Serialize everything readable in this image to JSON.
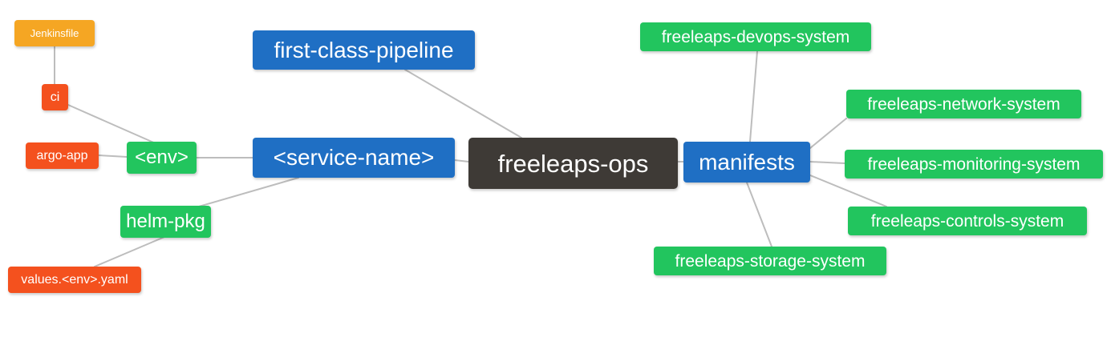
{
  "diagram": {
    "type": "mindmap",
    "title": "freeleaps-ops",
    "background": "#ffffff",
    "edge_color": "#bdbdbd",
    "palette": {
      "root": "#3e3a36",
      "blue": "#1f6fc4",
      "green": "#22c55e",
      "orange": "#f5a623",
      "red": "#f4511e",
      "text": "#ffffff"
    }
  },
  "nodes": {
    "root": {
      "label": "freeleaps-ops",
      "color": "#3e3a36"
    },
    "service_name": {
      "label": "<service-name>",
      "color": "#1f6fc4"
    },
    "first_class_pipeline": {
      "label": "first-class-pipeline",
      "color": "#1f6fc4"
    },
    "manifests": {
      "label": "manifests",
      "color": "#1f6fc4"
    },
    "env": {
      "label": "<env>",
      "color": "#22c55e"
    },
    "helm_pkg": {
      "label": "helm-pkg",
      "color": "#22c55e"
    },
    "ci": {
      "label": "ci",
      "color": "#f4511e"
    },
    "argo_app": {
      "label": "argo-app",
      "color": "#f4511e"
    },
    "jenkinsfile": {
      "label": "Jenkinsfile",
      "color": "#f5a623"
    },
    "values_yaml": {
      "label": "values.<env>.yaml",
      "color": "#f4511e"
    },
    "devops_system": {
      "label": "freeleaps-devops-system",
      "color": "#22c55e"
    },
    "network_system": {
      "label": "freeleaps-network-system",
      "color": "#22c55e"
    },
    "monitoring_system": {
      "label": "freeleaps-monitoring-system",
      "color": "#22c55e"
    },
    "controls_system": {
      "label": "freeleaps-controls-system",
      "color": "#22c55e"
    },
    "storage_system": {
      "label": "freeleaps-storage-system",
      "color": "#22c55e"
    }
  },
  "edges": [
    {
      "from": "root",
      "to": "service_name"
    },
    {
      "from": "root",
      "to": "first_class_pipeline"
    },
    {
      "from": "root",
      "to": "manifests"
    },
    {
      "from": "service_name",
      "to": "env"
    },
    {
      "from": "service_name",
      "to": "helm_pkg"
    },
    {
      "from": "env",
      "to": "ci"
    },
    {
      "from": "env",
      "to": "argo_app"
    },
    {
      "from": "ci",
      "to": "jenkinsfile"
    },
    {
      "from": "helm_pkg",
      "to": "values_yaml"
    },
    {
      "from": "manifests",
      "to": "devops_system"
    },
    {
      "from": "manifests",
      "to": "network_system"
    },
    {
      "from": "manifests",
      "to": "monitoring_system"
    },
    {
      "from": "manifests",
      "to": "controls_system"
    },
    {
      "from": "manifests",
      "to": "storage_system"
    }
  ]
}
